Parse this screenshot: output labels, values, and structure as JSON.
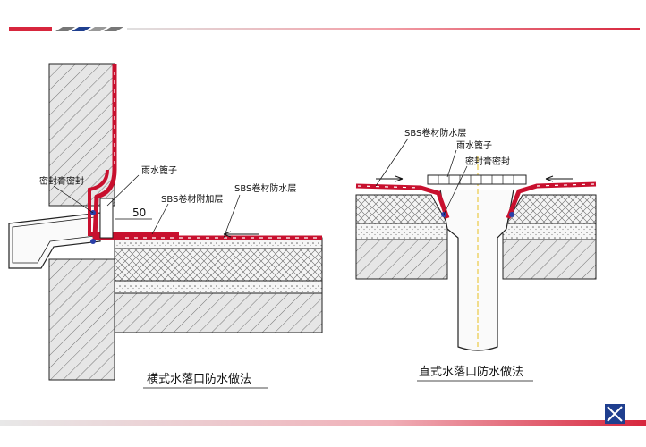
{
  "colors": {
    "membrane_red": "#c8102e",
    "membrane_blue": "#2a3fa8",
    "accent_gray": "#8a8a8a",
    "bar_blue": "#1f3f8f",
    "bar_red": "#d7263d"
  },
  "left_detail": {
    "caption": "横式水落口防水做法",
    "labels": {
      "rain_grate": "雨水篦子",
      "sealant": "密封膏密封",
      "sbs_additional": "SBS卷材附加层",
      "sbs_waterproof": "SBS卷材防水层",
      "dimension": "50"
    }
  },
  "right_detail": {
    "caption": "直式水落口防水做法",
    "labels": {
      "sbs_waterproof": "SBS卷材防水层",
      "rain_grate": "雨水篦子",
      "sealant": "密封膏密封"
    }
  },
  "logo": {
    "icon": "company-logo-icon"
  }
}
